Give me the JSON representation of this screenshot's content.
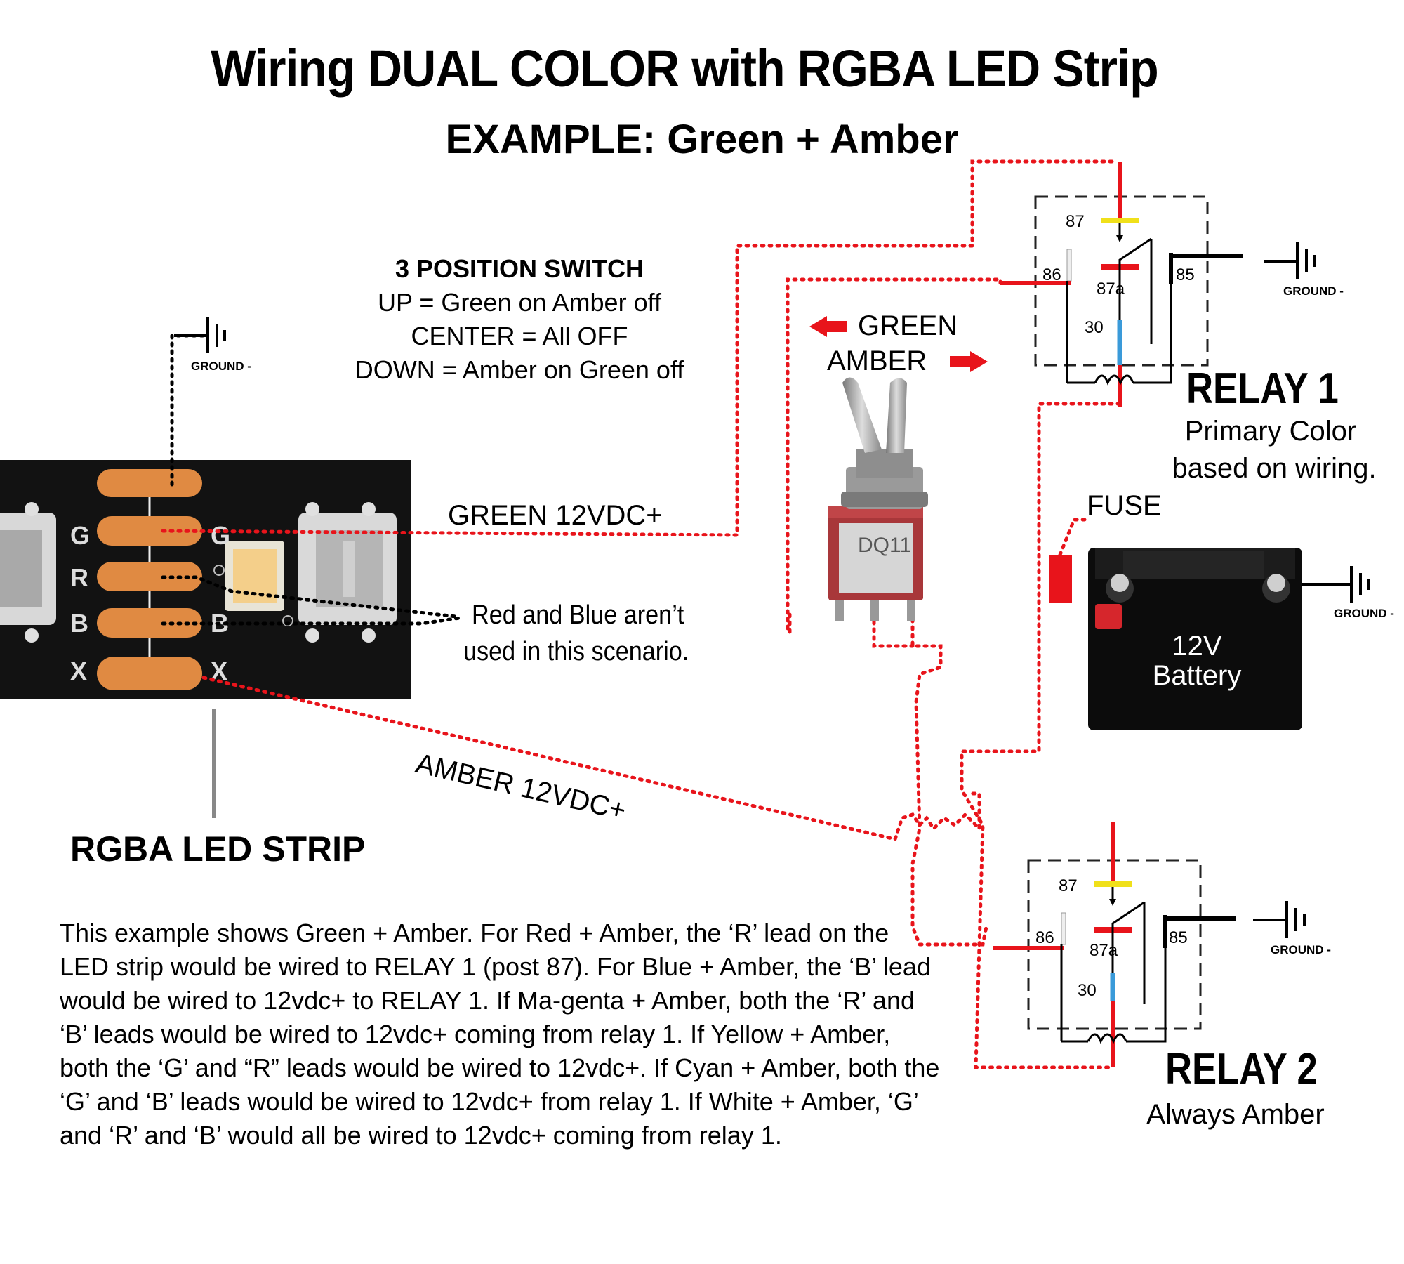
{
  "title": "Wiring DUAL COLOR with RGBA LED Strip",
  "subtitle": "EXAMPLE: Green + Amber",
  "switch": {
    "heading": "3 POSITION SWITCH",
    "up": "UP = Green on Amber off",
    "center": "CENTER = All OFF",
    "down": "DOWN = Amber on Green off",
    "green_label": "GREEN",
    "amber_label": "AMBER",
    "body_text": "DQ11"
  },
  "relay1": {
    "title": "RELAY 1",
    "subtitle_line1": "Primary Color",
    "subtitle_line2": "based on wiring.",
    "posts": [
      "87",
      "87a",
      "86",
      "85",
      "30"
    ]
  },
  "relay2": {
    "title": "RELAY 2",
    "subtitle": "Always Amber",
    "posts": [
      "87",
      "87a",
      "86",
      "85",
      "30"
    ]
  },
  "ground_label": "GROUND -",
  "fuse_label": "FUSE",
  "battery": {
    "line1": "12V",
    "line2": "Battery"
  },
  "wires": {
    "green": "GREEN 12VDC+",
    "amber": "AMBER 12VDC+",
    "unused_line1": "Red and Blue aren’t",
    "unused_line2": "used in this scenario."
  },
  "strip": {
    "title": "RGBA LED STRIP",
    "pad_labels": [
      "G",
      "R",
      "B",
      "X"
    ]
  },
  "notes": "This example shows Green + Amber.  For Red + Amber, the ‘R’ lead on the LED strip would be wired to RELAY 1 (post 87). For Blue + Amber, the ‘B’ lead would be wired to 12vdc+ to RELAY 1.    If Ma-genta + Amber, both the ‘R’ and ‘B’ leads would be wired to 12vdc+ coming from relay 1. If Yellow + Amber, both the ‘G’ and “R” leads would be wired to 12vdc+.  If Cyan + Amber, both the ‘G’ and ‘B’ leads would be wired to 12vdc+ from relay 1.  If White + Amber, ‘G’ and ‘R’ and ‘B’ would all be wired to 12vdc+ coming from relay 1.",
  "colors": {
    "wire_red": "#e8141b",
    "pad_copper": "#e08a42",
    "relay_yellow": "#f0e01a",
    "relay_blue": "#3a9ad9",
    "strip_black": "#111111"
  }
}
